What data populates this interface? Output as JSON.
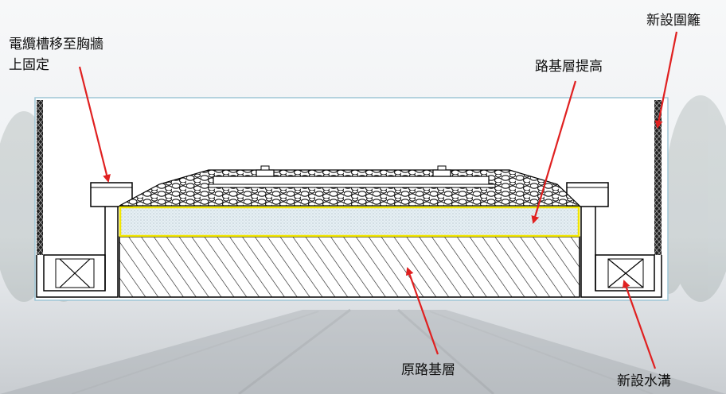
{
  "labels": {
    "cable_trough": [
      "電纜槽移至胸牆",
      "上固定"
    ],
    "new_fence": "新設圍籬",
    "subgrade_raise": "路基層提高",
    "original_subgrade": "原路基層",
    "new_drain": "新設水溝"
  },
  "colors": {
    "arrow": "#e02020",
    "highlight_border": "#f2e600",
    "raised_layer_fill": "#e4eef3",
    "frame_border": "#9ec6d6",
    "outline": "#000000"
  }
}
